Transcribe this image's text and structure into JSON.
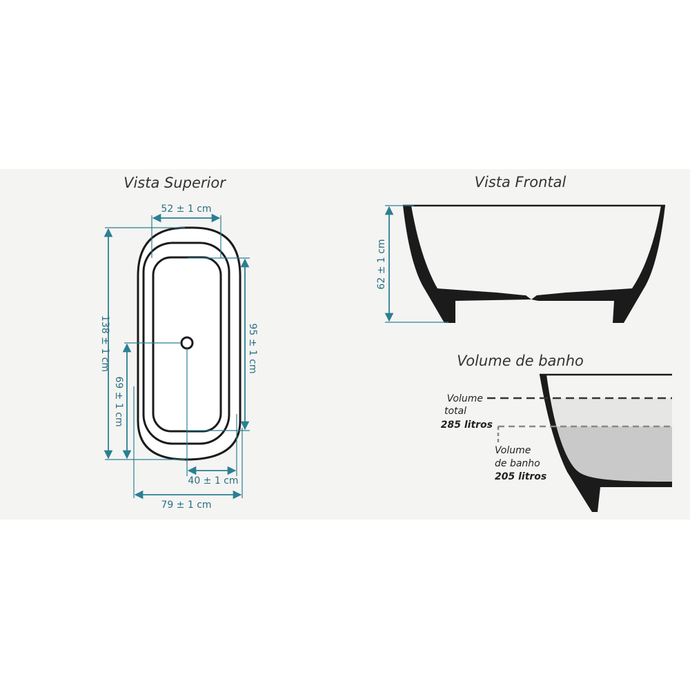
{
  "views": {
    "top": {
      "title": "Vista Superior",
      "dim_inner_width": "52 ± 1 cm",
      "dim_total_length": "138 ± 1 cm",
      "dim_inner_length": "95 ± 1 cm",
      "dim_drain_distance": "69 ± 1 cm",
      "dim_bottom_inner_width": "40 ± 1 cm",
      "dim_total_width": "79 ± 1 cm"
    },
    "front": {
      "title": "Vista Frontal",
      "dim_height": "62 ± 1 cm"
    },
    "volume": {
      "title": "Volume de banho",
      "total_line1": "Volume",
      "total_line2": "total",
      "total_value": "285 litros",
      "bath_line1": "Volume",
      "bath_line2": "de banho",
      "bath_value": "205 litros"
    }
  },
  "colors": {
    "dimension": "#2b7f93",
    "tub": "#1b1b1b",
    "panel": "#f4f4f3",
    "water_total": "#e6e6e5",
    "water_bath": "#c9c9c9"
  }
}
